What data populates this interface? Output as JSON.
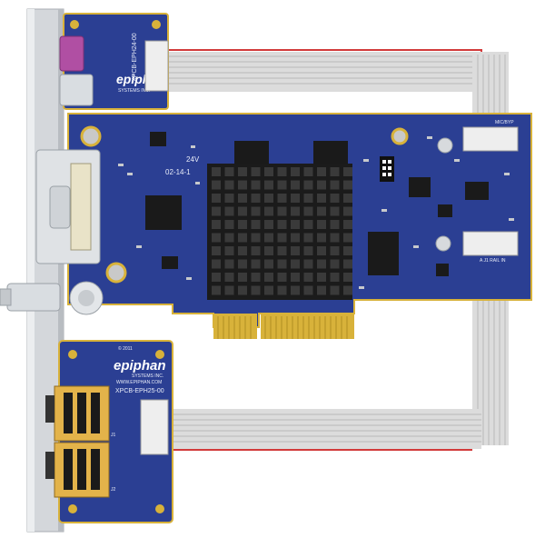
{
  "colors": {
    "pcb": "#2b3f93",
    "pcb_dark": "#1d2c73",
    "gold": "#d8b23a",
    "heatsink": "#1b1b1b",
    "bracket": "#cfd2d6",
    "ribbon": "#d9d9d9",
    "ribbon_edge": "#d23a3a",
    "hdmi_port": "#b04fa3"
  },
  "top_board": {
    "brand": "epiphan",
    "brand_sub": "SYSTEMS INC.",
    "part": "XPCB-EPH24-00"
  },
  "main_board": {
    "label_a": "02-14-1",
    "label_b": "24V",
    "label_c": "MIC/BYP",
    "label_d": "A J1 RAIL IN"
  },
  "bottom_board": {
    "copyright": "© 2011",
    "brand": "epiphan",
    "brand_sub": "SYSTEMS INC.",
    "url": "WWW.EPIPHAN.COM",
    "part": "XPCB-EPH25-00",
    "j1": "J1",
    "j2": "J2"
  }
}
